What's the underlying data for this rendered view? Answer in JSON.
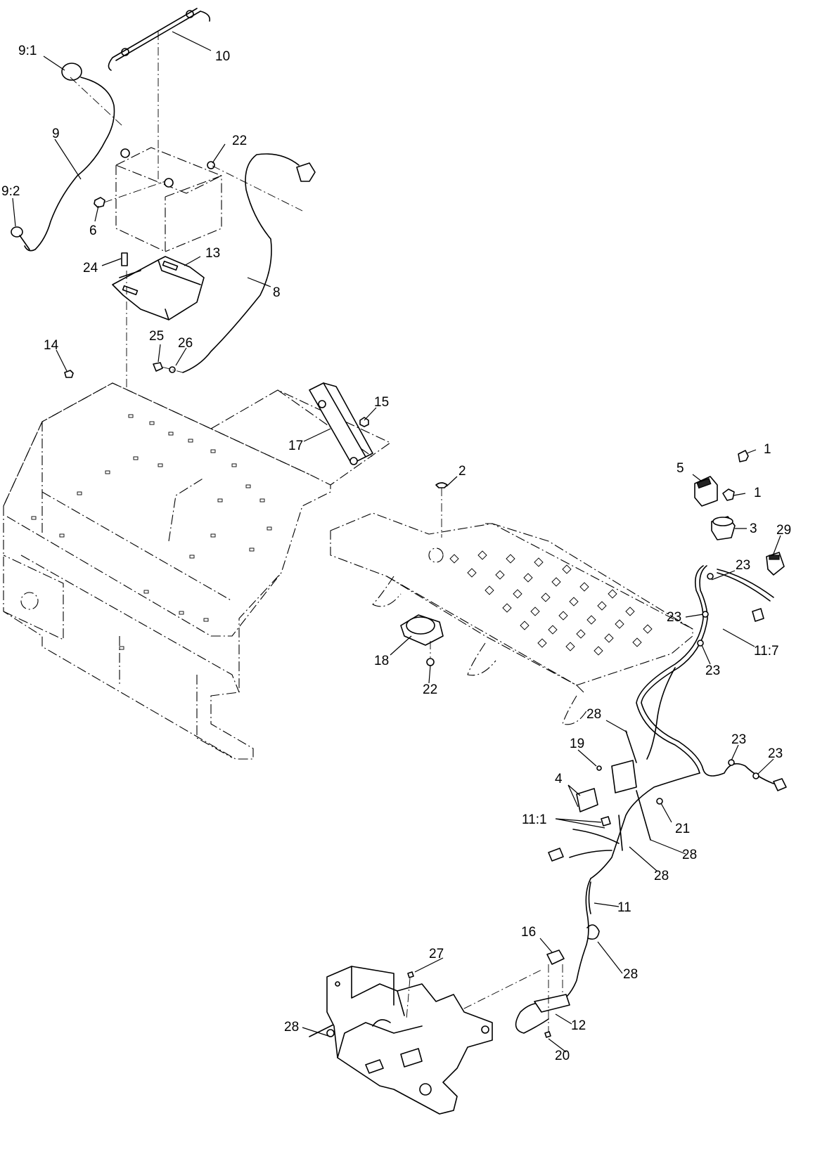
{
  "callouts": [
    {
      "id": "c-9-1",
      "text": "9:1"
    },
    {
      "id": "c-10",
      "text": "10"
    },
    {
      "id": "c-9",
      "text": "9"
    },
    {
      "id": "c-22a",
      "text": "22"
    },
    {
      "id": "c-9-2",
      "text": "9:2"
    },
    {
      "id": "c-6",
      "text": "6"
    },
    {
      "id": "c-24",
      "text": "24"
    },
    {
      "id": "c-13",
      "text": "13"
    },
    {
      "id": "c-8",
      "text": "8"
    },
    {
      "id": "c-14",
      "text": "14"
    },
    {
      "id": "c-25",
      "text": "25"
    },
    {
      "id": "c-26",
      "text": "26"
    },
    {
      "id": "c-15",
      "text": "15"
    },
    {
      "id": "c-17",
      "text": "17"
    },
    {
      "id": "c-1a",
      "text": "1"
    },
    {
      "id": "c-2",
      "text": "2"
    },
    {
      "id": "c-5",
      "text": "5"
    },
    {
      "id": "c-1b",
      "text": "1"
    },
    {
      "id": "c-3",
      "text": "3"
    },
    {
      "id": "c-29",
      "text": "29"
    },
    {
      "id": "c-23a",
      "text": "23"
    },
    {
      "id": "c-23b",
      "text": "23"
    },
    {
      "id": "c-11-7",
      "text": "11:7"
    },
    {
      "id": "c-23c",
      "text": "23"
    },
    {
      "id": "c-18",
      "text": "18"
    },
    {
      "id": "c-22b",
      "text": "22"
    },
    {
      "id": "c-28a",
      "text": "28"
    },
    {
      "id": "c-23d",
      "text": "23"
    },
    {
      "id": "c-19",
      "text": "19"
    },
    {
      "id": "c-23e",
      "text": "23"
    },
    {
      "id": "c-4",
      "text": "4"
    },
    {
      "id": "c-21",
      "text": "21"
    },
    {
      "id": "c-11-1",
      "text": "11:1"
    },
    {
      "id": "c-28b",
      "text": "28"
    },
    {
      "id": "c-28c",
      "text": "28"
    },
    {
      "id": "c-11",
      "text": "11"
    },
    {
      "id": "c-16",
      "text": "16"
    },
    {
      "id": "c-27",
      "text": "27"
    },
    {
      "id": "c-28d",
      "text": "28"
    },
    {
      "id": "c-28e",
      "text": "28"
    },
    {
      "id": "c-12",
      "text": "12"
    },
    {
      "id": "c-20",
      "text": "20"
    }
  ]
}
